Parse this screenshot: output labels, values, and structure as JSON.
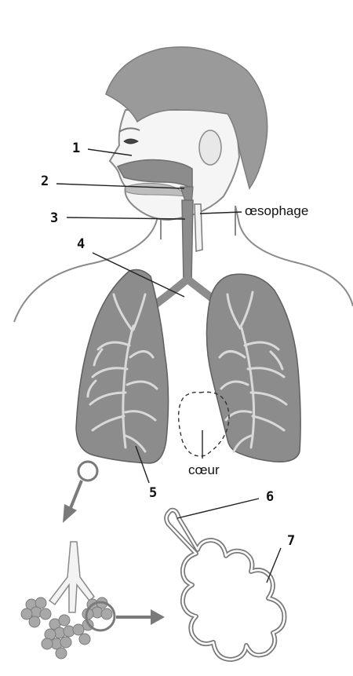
{
  "labels": {
    "n1": "1",
    "n2": "2",
    "n3": "3",
    "n4": "4",
    "n5": "5",
    "n6": "6",
    "n7": "7",
    "oesophage": "œsophage",
    "coeur": "cœur"
  },
  "colors": {
    "skin": "#f0f0f0",
    "hair": "#9a9a9a",
    "body_outline": "#8a8a8a",
    "lung_fill": "#8c8c8c",
    "airway": "#6f6f6f",
    "alveoli": "#a8a8a8",
    "arrow": "#7a7a7a"
  },
  "icons": {
    "magnify_circle_lung": "circle-outline",
    "magnify_circle_alveoli": "circle-outline",
    "arrow_down_left": "arrow-icon",
    "arrow_right": "arrow-icon"
  }
}
